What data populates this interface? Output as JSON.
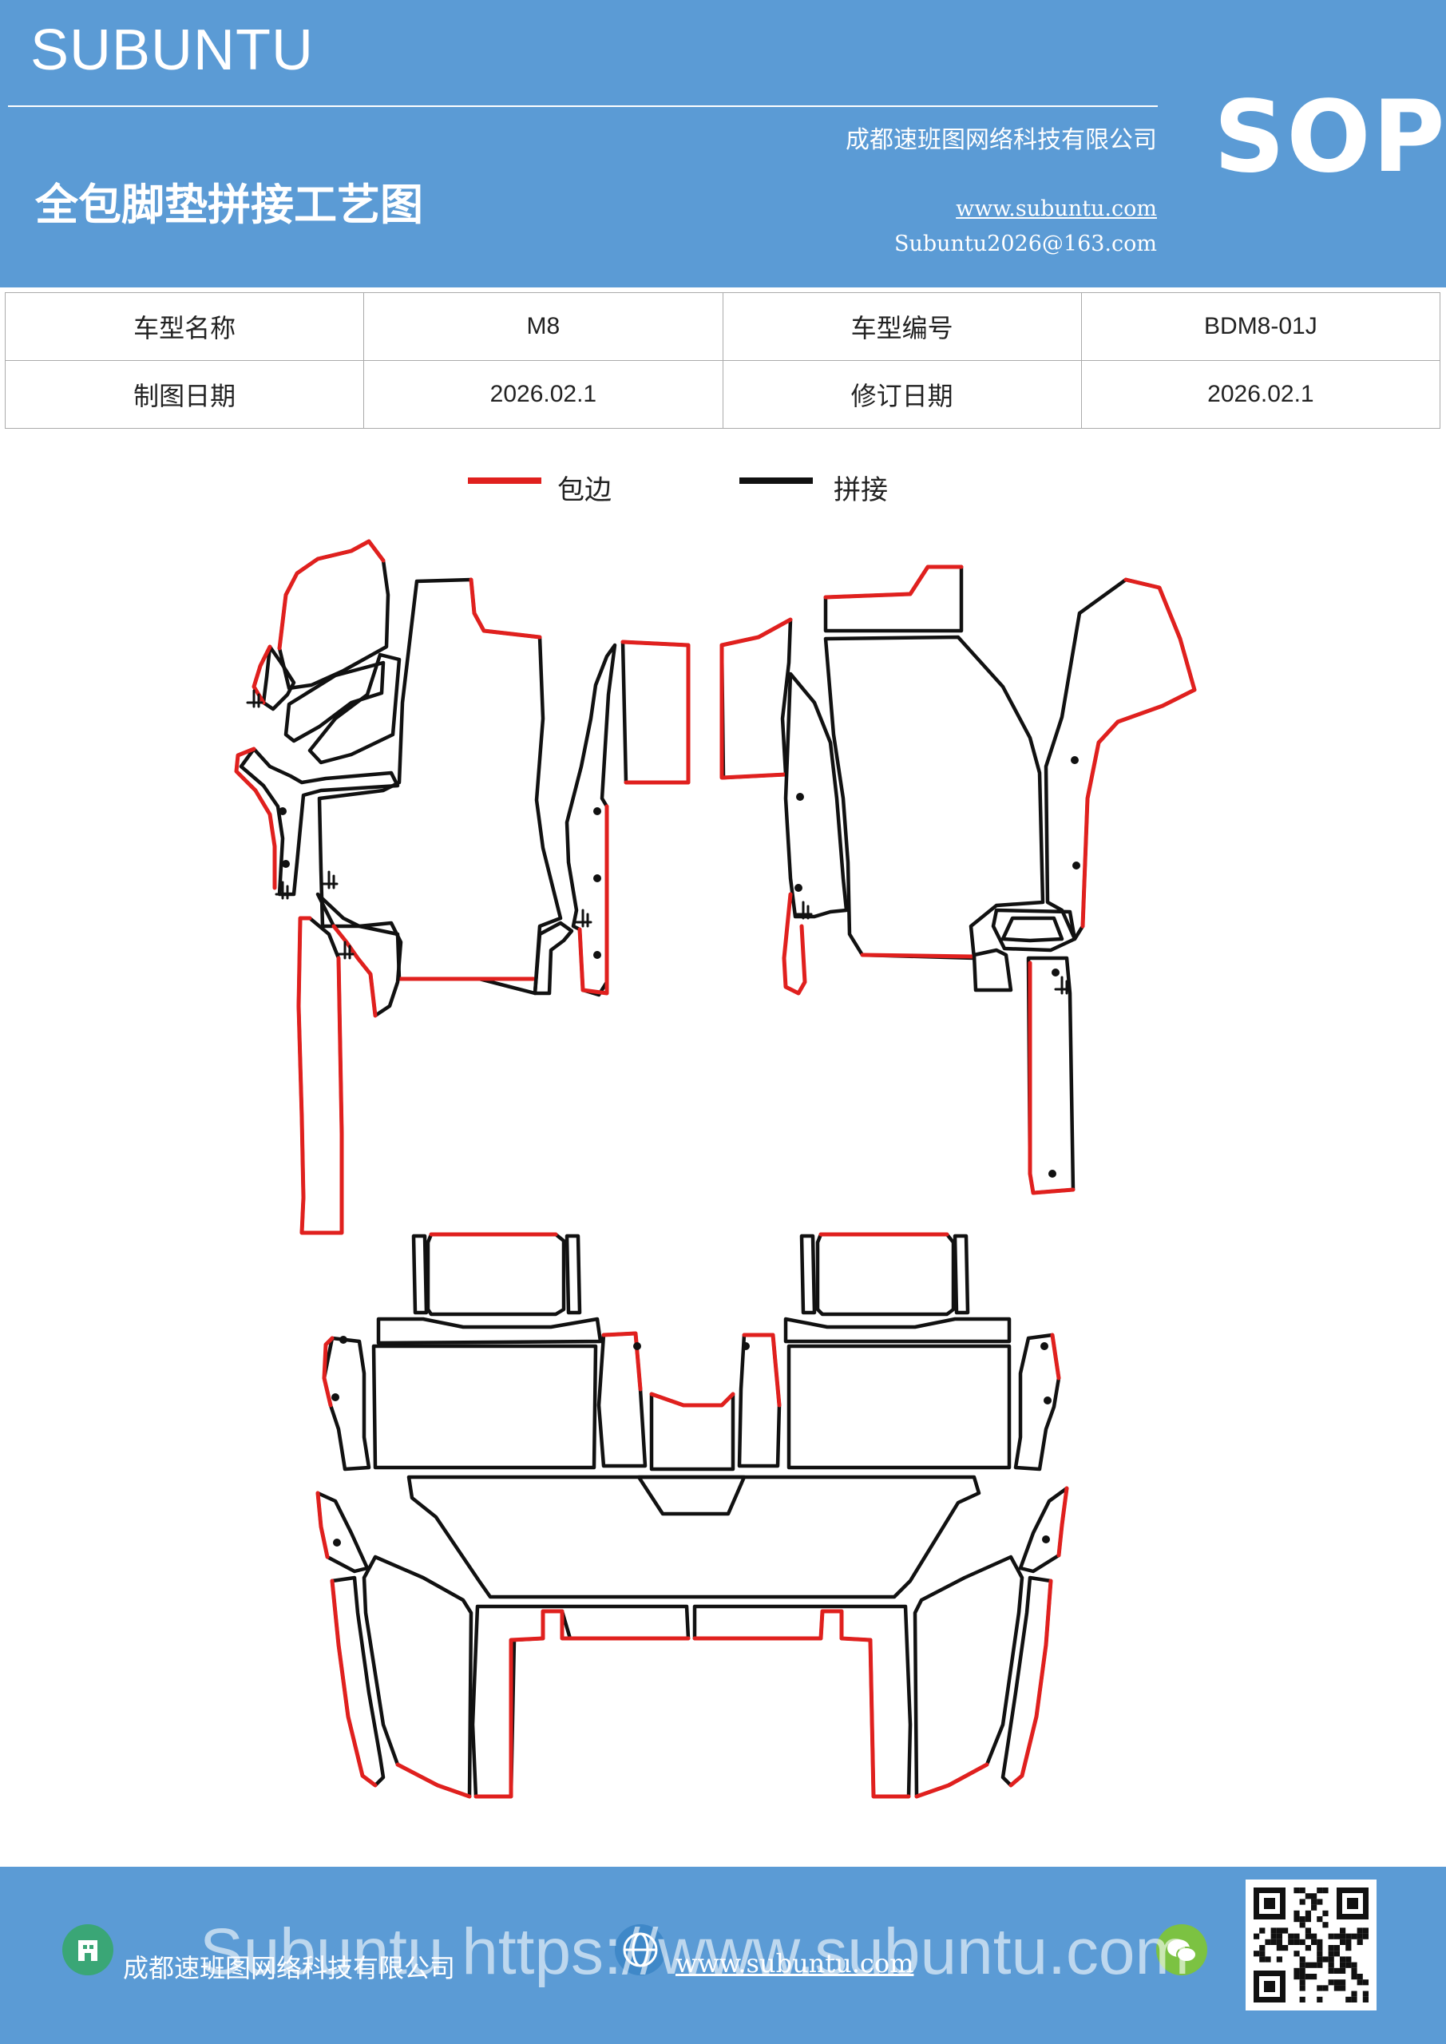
{
  "header": {
    "brand": "SUBUNTU",
    "company": "成都速班图网络科技有限公司",
    "title": "全包脚垫拼接工艺图",
    "website": "www.subuntu.com",
    "email": "Subuntu2026@163.com",
    "doc_type": "SOP"
  },
  "info_table": {
    "rows": [
      [
        {
          "label": "车型名称"
        },
        {
          "value": "M8"
        },
        {
          "label": "车型编号"
        },
        {
          "value": "BDM8-01J"
        }
      ],
      [
        {
          "label": "制图日期"
        },
        {
          "value": "2026.02.1"
        },
        {
          "label": "修订日期"
        },
        {
          "value": "2026.02.1"
        }
      ]
    ]
  },
  "legend": {
    "edge_label": "包边",
    "edge_color": "#e0201e",
    "seam_label": "拼接",
    "seam_color": "#111111"
  },
  "footer": {
    "company": "成都速班图网络科技有限公司",
    "website": "www.subuntu.com",
    "watermark": "Subuntu https://www.subuntu.com"
  }
}
